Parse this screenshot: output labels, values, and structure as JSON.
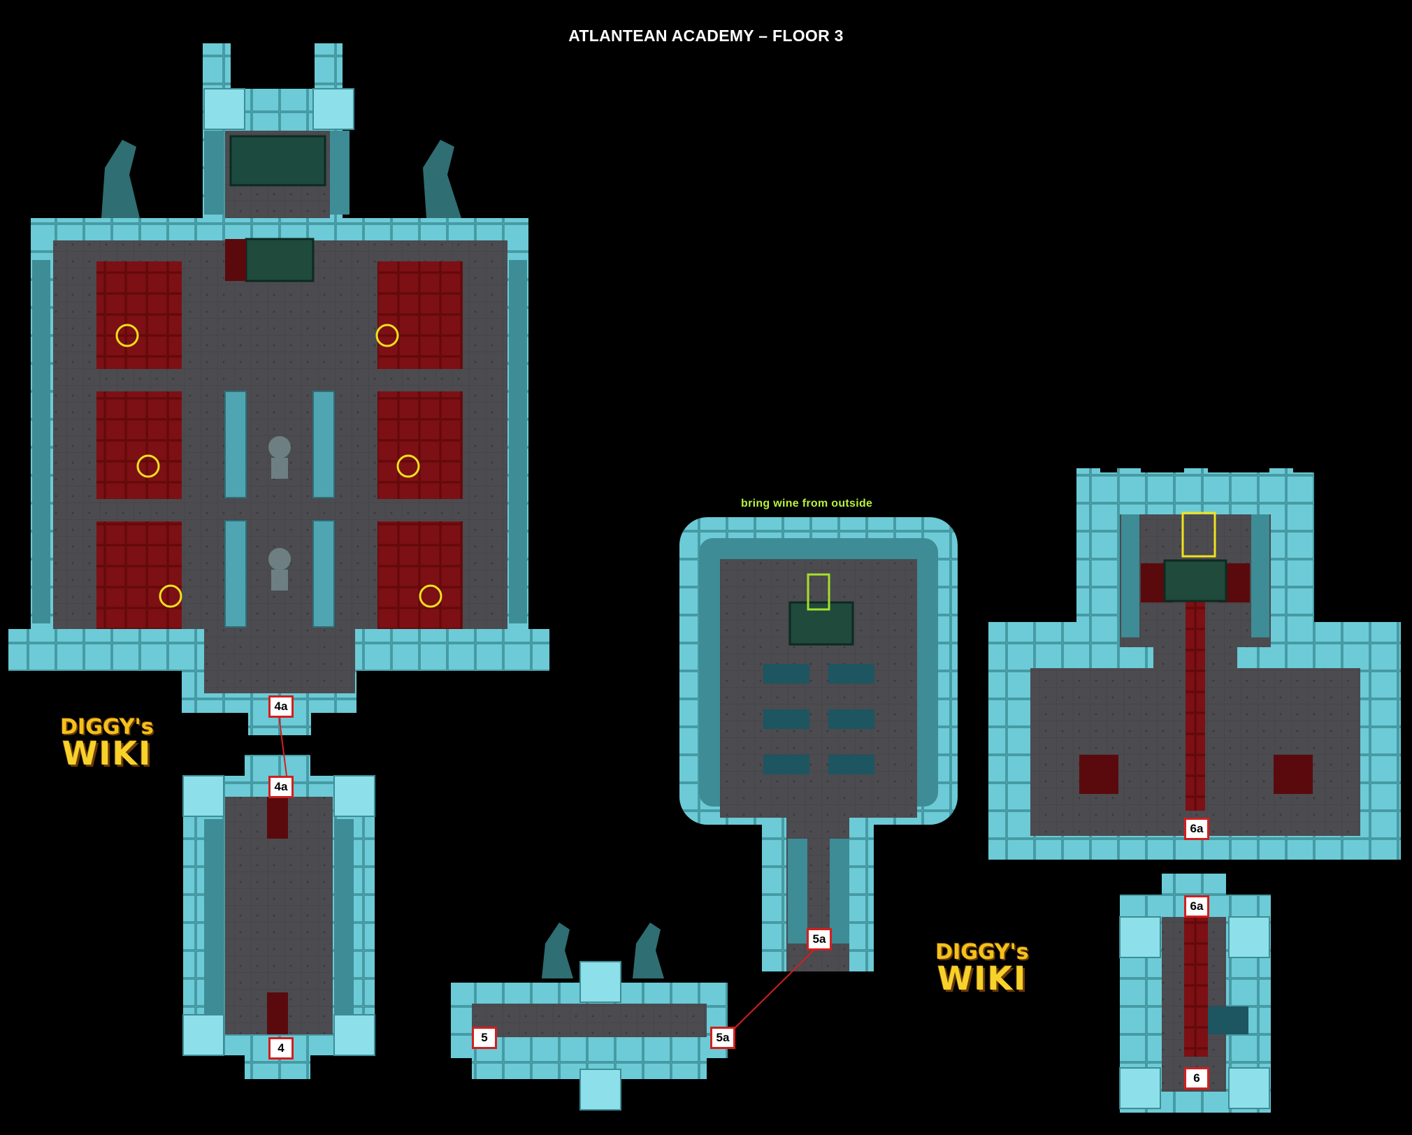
{
  "title": "ATLANTEAN ACADEMY – FLOOR 3",
  "note": "bring wine from outside",
  "labels": {
    "l4a_top": "4a",
    "l4a_bottom": "4a",
    "l4": "4",
    "l5": "5",
    "l5a_left": "5a",
    "l5a_right": "5a",
    "l6a_top": "6a",
    "l6a_bottom": "6a",
    "l6": "6"
  },
  "logos": [
    {
      "line1": "DIGGY's",
      "line2": "WIKI"
    },
    {
      "line1": "DIGGY's",
      "line2": "WIKI"
    }
  ],
  "colors": {
    "background": "#000000",
    "wall": "#5cc3cf",
    "floor": "#45454a",
    "carpet": "#7a0e12",
    "label_border": "#d21f1f",
    "marker_yellow": "#f2e21c",
    "marker_green": "#a6e12a",
    "note_text": "#b8f23c"
  }
}
